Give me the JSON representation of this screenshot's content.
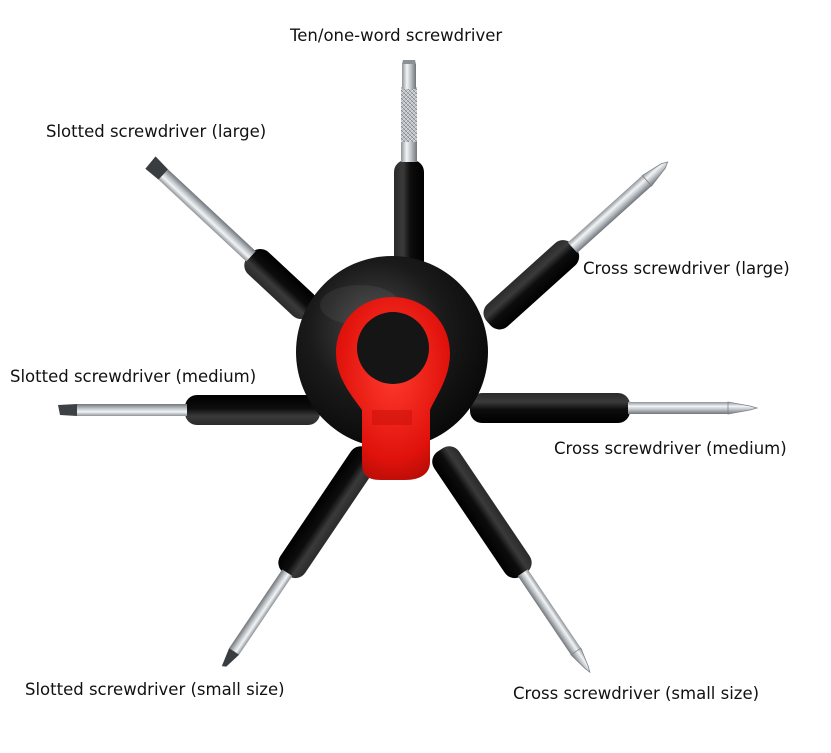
{
  "labels": {
    "ten_one_word": "Ten/one-word screwdriver",
    "slotted_large": "Slotted screwdriver (large)",
    "cross_large": "Cross screwdriver (large)",
    "slotted_medium": "Slotted screwdriver (medium)",
    "cross_medium": "Cross screwdriver  (medium)",
    "slotted_small": "Slotted screwdriver (small size)",
    "cross_small": "Cross screwdriver (small size)"
  },
  "colors": {
    "background": "#ffffff",
    "handle_black": "#0d0d0d",
    "accent_red": "#e8120c",
    "steel": "#c9cccf"
  }
}
